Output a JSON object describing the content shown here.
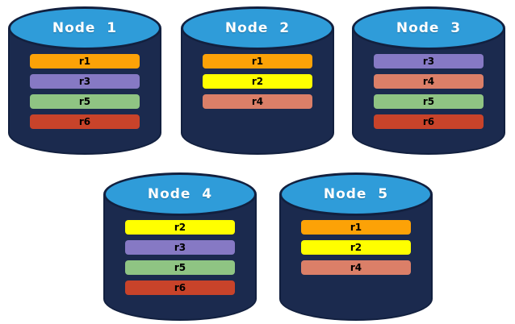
{
  "diagram": {
    "nodes": [
      {
        "label": "Node  1",
        "replicas": [
          "r1",
          "r3",
          "r5",
          "r6"
        ]
      },
      {
        "label": "Node  2",
        "replicas": [
          "r1",
          "r2",
          "r4"
        ]
      },
      {
        "label": "Node  3",
        "replicas": [
          "r3",
          "r4",
          "r5",
          "r6"
        ]
      },
      {
        "label": "Node  4",
        "replicas": [
          "r2",
          "r3",
          "r5",
          "r6"
        ]
      },
      {
        "label": "Node  5",
        "replicas": [
          "r1",
          "r2",
          "r4"
        ]
      }
    ],
    "replica_colors": {
      "r1": "#FCA207",
      "r2": "#FFFF00",
      "r3": "#8679C4",
      "r4": "#DB7F68",
      "r5": "#8FC483",
      "r6": "#C8432A"
    },
    "colors": {
      "cylinder_body": "#1B2A4E",
      "cylinder_outline": "#12203F",
      "cylinder_top": "#2F9CD9",
      "node_label_text": "#FFFFFF",
      "replica_label_text": "#000000",
      "background": "#FFFFFF"
    }
  }
}
